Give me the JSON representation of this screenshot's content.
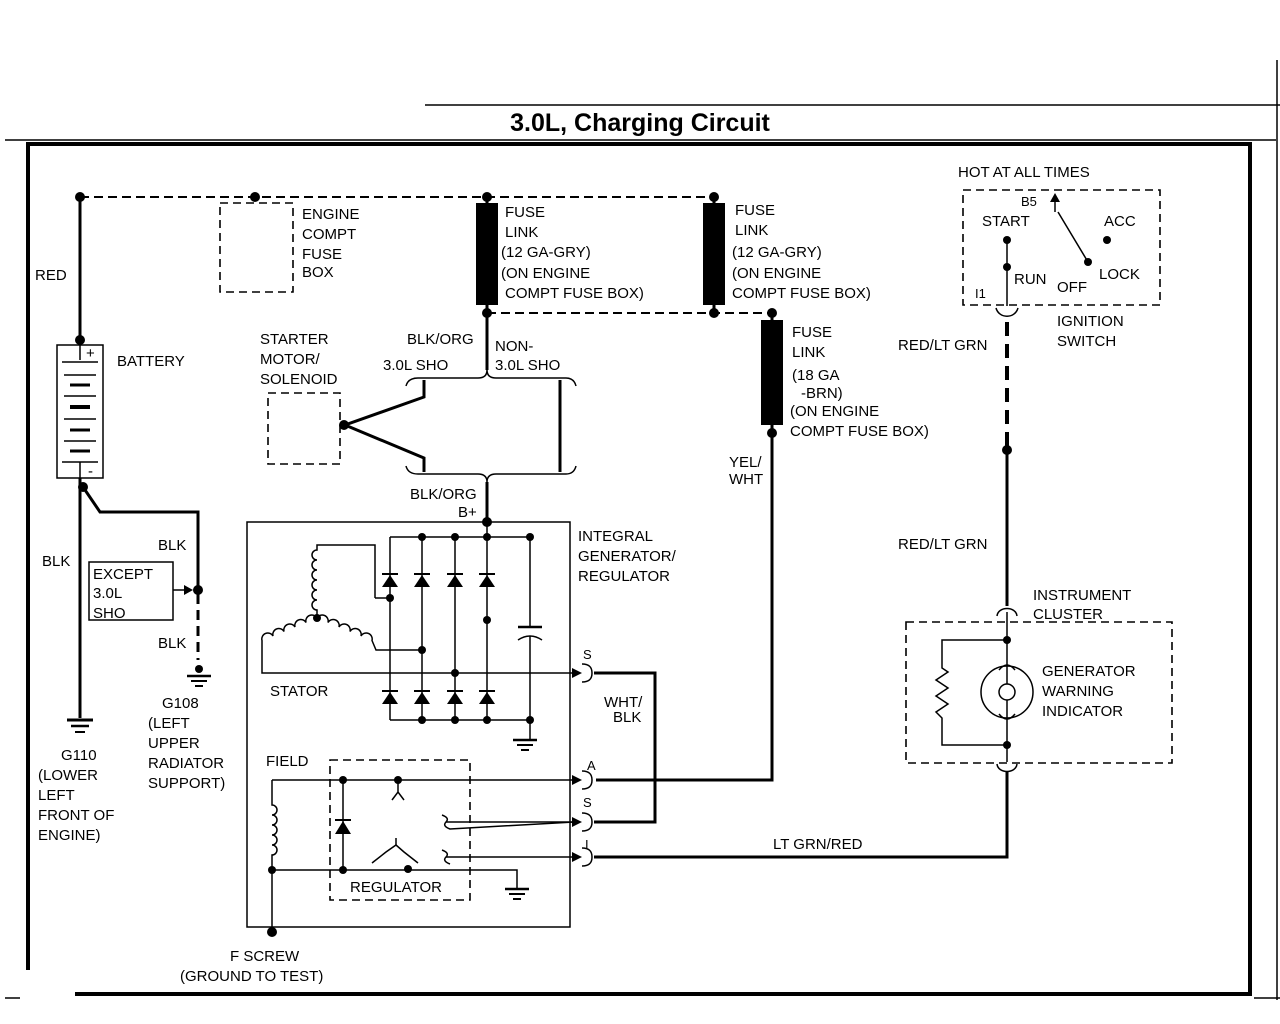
{
  "title": "3.0L, Charging Circuit",
  "battery": {
    "label": "BATTERY",
    "plus": "+",
    "minus": "-"
  },
  "wire_labels": {
    "red": "RED",
    "blk_main": "BLK",
    "blk_branch_upper": "BLK",
    "blk_branch_lower": "BLK",
    "blk_org_upper": "BLK/ORG",
    "blk_org_lower": "BLK/ORG",
    "sho": "3.0L SHO",
    "non_sho": [
      "NON-",
      "3.0L SHO"
    ],
    "yel_wht": [
      "YEL/",
      "WHT"
    ],
    "wht_blk": [
      "WHT/",
      "BLK"
    ],
    "red_lt_grn_upper": "RED/LT GRN",
    "red_lt_grn_lower": "RED/LT GRN",
    "lt_grn_red": "LT GRN/RED"
  },
  "except_note": [
    "EXCEPT",
    "3.0L",
    "SHO"
  ],
  "ground_g108": [
    "G108",
    "(LEFT",
    "UPPER",
    "RADIATOR",
    "SUPPORT)"
  ],
  "ground_g110": [
    "G110",
    "(LOWER",
    "LEFT",
    "FRONT OF",
    "ENGINE)"
  ],
  "engine_compt_fuse_box": [
    "ENGINE",
    "COMPT",
    "FUSE",
    "BOX"
  ],
  "fuse_link_1": [
    "FUSE",
    "LINK",
    "(12 GA-GRY)",
    "(ON ENGINE",
    "COMPT FUSE BOX)"
  ],
  "fuse_link_2": [
    "FUSE",
    "LINK",
    "(12 GA-GRY)",
    "(ON ENGINE",
    "COMPT FUSE BOX)"
  ],
  "fuse_link_3": [
    "FUSE",
    "LINK",
    "(18 GA",
    "-BRN)",
    "(ON ENGINE",
    "COMPT FUSE BOX)"
  ],
  "starter": [
    "STARTER",
    "MOTOR/",
    "SOLENOID"
  ],
  "generator": {
    "b_plus": "B+",
    "title": [
      "INTEGRAL",
      "GENERATOR/",
      "REGULATOR"
    ],
    "stator": "STATOR",
    "field": "FIELD",
    "regulator": "REGULATOR",
    "terminals": {
      "s_upper": "S",
      "a": "A",
      "s_lower": "S",
      "i": "I"
    },
    "f_screw": [
      "F SCREW",
      "(GROUND TO TEST)"
    ]
  },
  "ignition_switch": {
    "hot_note": "HOT AT ALL TIMES",
    "b5": "B5",
    "start": "START",
    "acc": "ACC",
    "run": "RUN",
    "lock": "LOCK",
    "off": "OFF",
    "i1": "I1",
    "label": [
      "IGNITION",
      "SWITCH"
    ]
  },
  "instrument_cluster": {
    "label": [
      "INSTRUMENT",
      "CLUSTER"
    ],
    "indicator": [
      "GENERATOR",
      "WARNING",
      "INDICATOR"
    ]
  }
}
